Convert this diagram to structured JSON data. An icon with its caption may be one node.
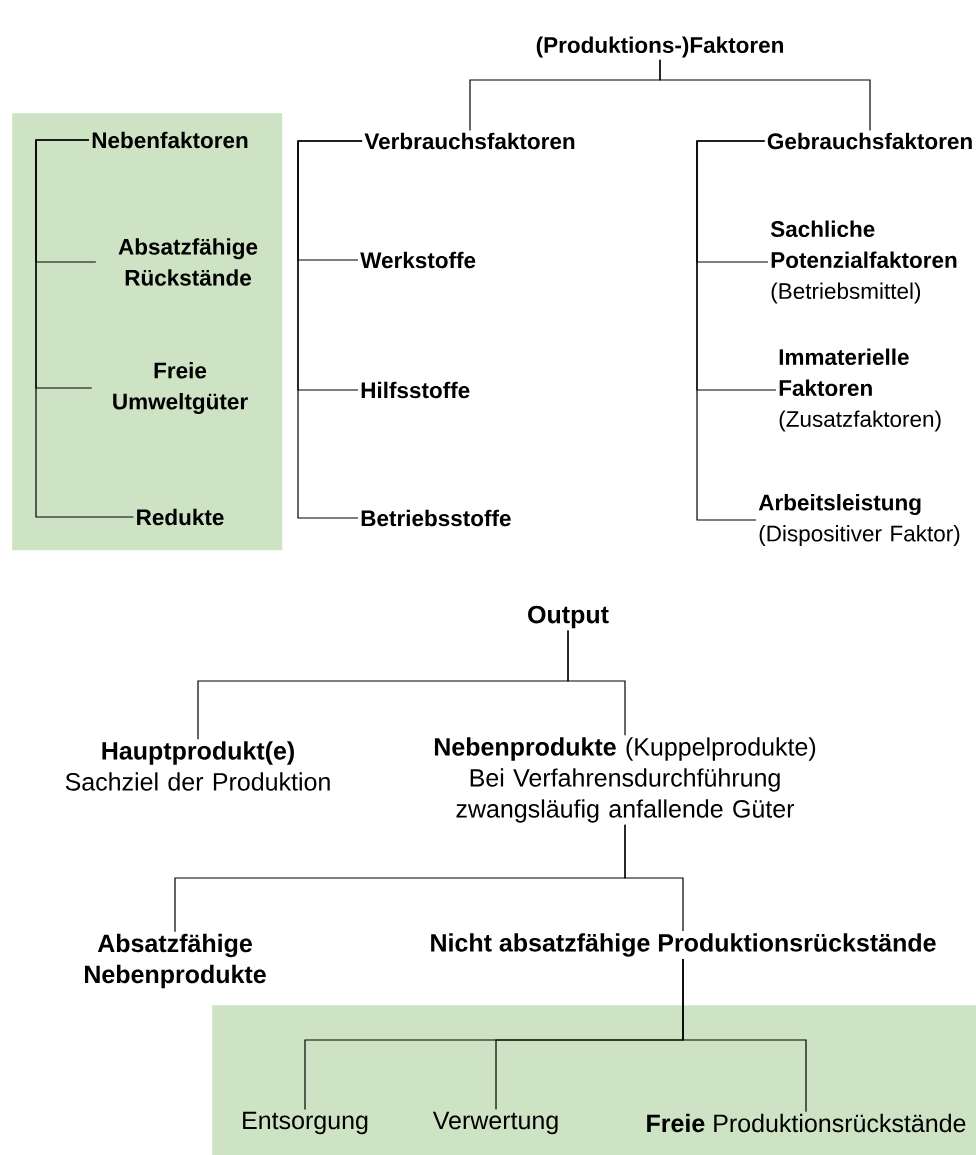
{
  "diagram": {
    "nodes": [
      {
        "text": [
          "(Produktions-)Faktoren"
        ]
      },
      {
        "text": [
          "Verbrauchsfaktoren"
        ]
      },
      {
        "text": [
          "Gebrauchsfaktoren"
        ]
      },
      {
        "text": [],
        "shape": "box"
      },
      {
        "text": [
          "Nebenfaktoren"
        ],
        "in": 3
      },
      {
        "text": [
          "Absatzfähige Rückstände"
        ],
        "in": 3
      },
      {
        "text": [
          "Freie Umweltgüter"
        ],
        "in": 3
      },
      {
        "text": [
          "Redukte"
        ],
        "in": 3
      },
      {
        "text": [
          "Werkstoffe"
        ]
      },
      {
        "text": [
          "Hilfsstoffe"
        ]
      },
      {
        "text": [
          "Betriebsstoffe"
        ]
      },
      {
        "text": [
          "Sachliche Potenzialfaktoren",
          "(Betriebsmittel)"
        ]
      },
      {
        "text": [
          "Immaterielle Faktoren",
          "(Zusatzfaktoren)"
        ]
      },
      {
        "text": [
          "Arbeitsleistung",
          "(Dispositiver Faktor)"
        ]
      },
      {
        "text": [
          "Output"
        ]
      },
      {
        "text": [
          "Hauptprodukt(e)",
          "Sachziel der Produktion"
        ]
      },
      {
        "text": [
          "**Nebenprodukte** (Kuppelprodukte)",
          "Bei Verfahrensdurchführung zwangsläufig anfallende Güter"
        ]
      },
      {
        "text": [
          "Absatzfähige Nebenprodukte"
        ]
      },
      {
        "text": [
          "Nicht absatzfähige Produktionsrückstände"
        ]
      },
      {
        "text": [],
        "shape": "box"
      },
      {
        "text": [
          "Entsorgung"
        ],
        "in": 19
      },
      {
        "text": [
          "Verwertung"
        ],
        "in": 19
      },
      {
        "text": [
          "**Freie** Produktionsrückstände"
        ],
        "in": 19
      }
    ],
    "edges": [
      {
        "from": 0,
        "to": 1,
        "arrow": "none"
      },
      {
        "from": 0,
        "to": 2,
        "arrow": "none"
      },
      {
        "from": 4,
        "to": 5,
        "arrow": "none"
      },
      {
        "from": 4,
        "to": 6,
        "arrow": "none"
      },
      {
        "from": 4,
        "to": 7,
        "arrow": "none"
      },
      {
        "from": 1,
        "to": 8,
        "arrow": "none"
      },
      {
        "from": 1,
        "to": 9,
        "arrow": "none"
      },
      {
        "from": 1,
        "to": 10,
        "arrow": "none"
      },
      {
        "from": 2,
        "to": 11,
        "arrow": "none"
      },
      {
        "from": 2,
        "to": 12,
        "arrow": "none"
      },
      {
        "from": 2,
        "to": 13,
        "arrow": "none"
      },
      {
        "from": 14,
        "to": 15,
        "arrow": "none"
      },
      {
        "from": 14,
        "to": 16,
        "arrow": "none"
      },
      {
        "from": 16,
        "to": 17,
        "arrow": "none"
      },
      {
        "from": 16,
        "to": 18,
        "arrow": "none"
      },
      {
        "from": 18,
        "to": 20,
        "arrow": "none"
      },
      {
        "from": 18,
        "to": 21,
        "arrow": "none"
      },
      {
        "from": 18,
        "to": 22,
        "arrow": "none"
      }
    ]
  }
}
